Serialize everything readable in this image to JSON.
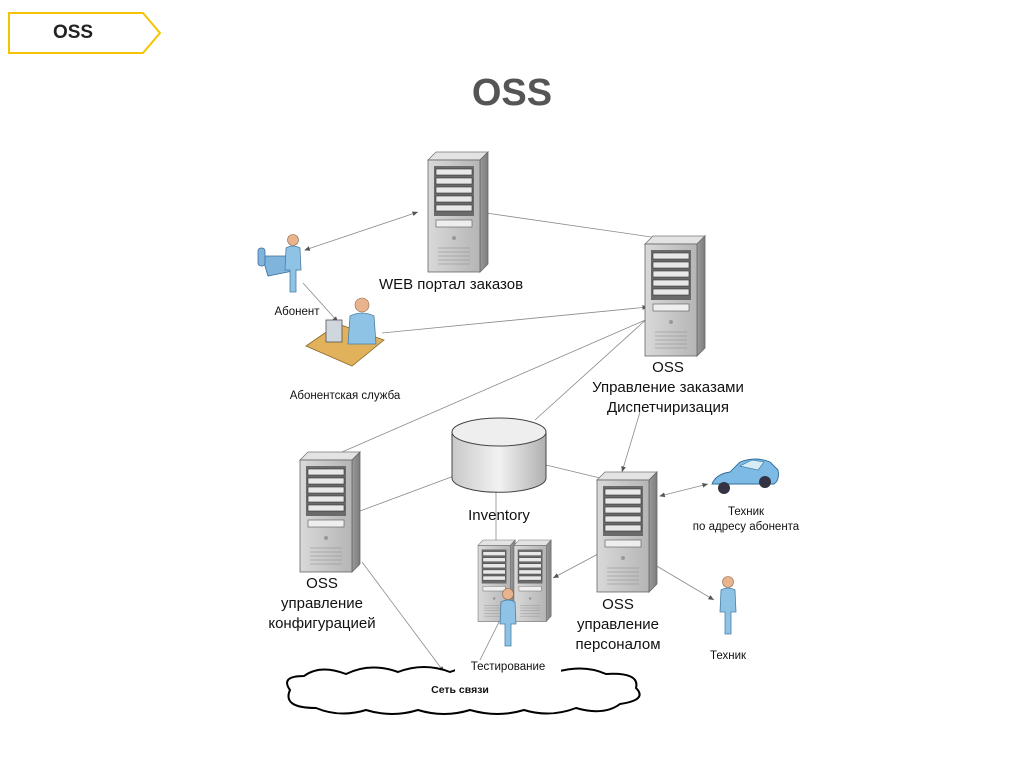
{
  "tag": {
    "label": "OSS",
    "border_color": "#f5c400"
  },
  "title": "OSS",
  "nodes": {
    "web_portal": "WEB портал заказов",
    "subscriber": "Абонент",
    "subscriber_service": "Абонентская служба",
    "oss_orders": [
      "OSS",
      "Управление заказами",
      "Диспетчиризация"
    ],
    "inventory": "Inventory",
    "oss_config": [
      "OSS",
      "управление",
      "конфигурацией"
    ],
    "oss_personnel": [
      "OSS",
      "управление",
      "персоналом"
    ],
    "technician_address": [
      "Техник",
      "по адресу абонента"
    ],
    "technician": "Техник",
    "testing": "Тестирование",
    "network": "Сеть связи"
  },
  "icons": {
    "server": "server-rack-icon",
    "database": "database-cylinder-icon",
    "person": "person-icon",
    "operator": "operator-desk-icon",
    "phone": "telephone-icon",
    "car": "car-icon",
    "cloud": "cloud-icon"
  },
  "colors": {
    "person": "#8fc3e6",
    "car": "#7dbbe6",
    "server_body": "#c8c8c8",
    "line": "#888888"
  }
}
